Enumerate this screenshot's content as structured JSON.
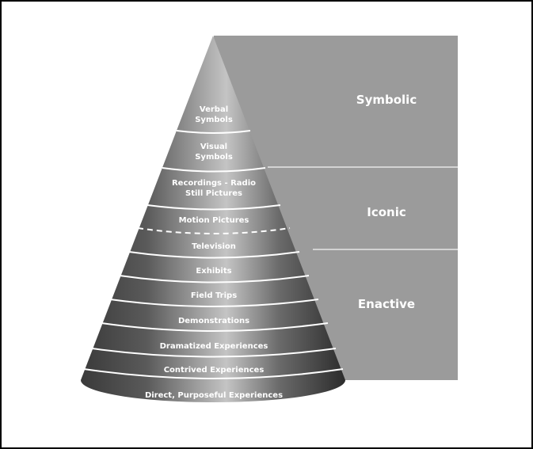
{
  "categories": [
    {
      "id": "symbolic",
      "label": "Symbolic"
    },
    {
      "id": "iconic",
      "label": "Iconic"
    },
    {
      "id": "enactive",
      "label": "Enactive"
    }
  ],
  "levels": [
    {
      "line1": "Verbal",
      "line2": "Symbols"
    },
    {
      "line1": "Visual",
      "line2": "Symbols"
    },
    {
      "line1": "Recordings - Radio",
      "line2": "Still Pictures"
    },
    {
      "line1": "Motion Pictures",
      "line2": ""
    },
    {
      "line1": "Television",
      "line2": ""
    },
    {
      "line1": "Exhibits",
      "line2": ""
    },
    {
      "line1": "Field Trips",
      "line2": ""
    },
    {
      "line1": "Demonstrations",
      "line2": ""
    },
    {
      "line1": "Dramatized Experiences",
      "line2": ""
    },
    {
      "line1": "Contrived Experiences",
      "line2": ""
    },
    {
      "line1": "Direct, Purposeful Experiences",
      "line2": ""
    }
  ],
  "colors": {
    "panel": "#9b9b9b",
    "panel_divider": "#e6e6e6",
    "cone_dark": "#2f2f2f",
    "cone_light": "#b9b9b9",
    "band_line": "#ffffff",
    "text": "#ffffff"
  }
}
